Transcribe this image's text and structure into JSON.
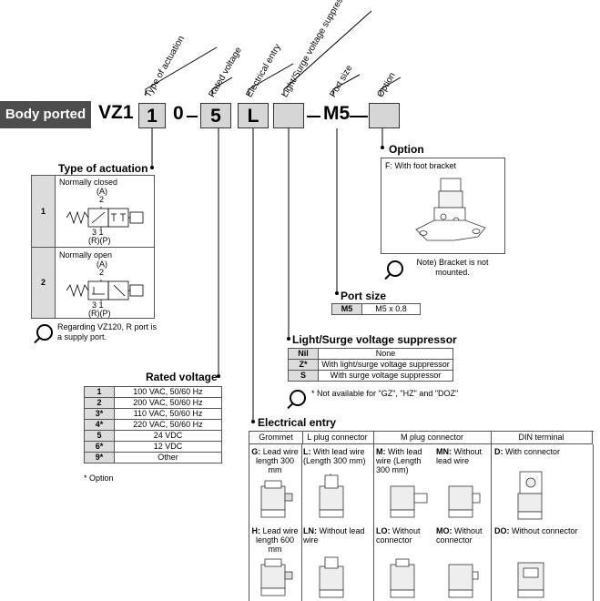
{
  "header": {
    "badge": "Body ported",
    "prefix": "VZ1",
    "pos1": "1",
    "zero": "0",
    "pos3": "5",
    "pos4": "L",
    "pos5": "",
    "port": "M5",
    "pos7": "",
    "labels": {
      "type_of_actuation": "Type of actuation",
      "rated_voltage": "Rated voltage",
      "electrical_entry": "Electrical entry",
      "suppressor": "Light/Surge voltage suppressor",
      "port_size": "Port size",
      "option": "Option"
    }
  },
  "actuation": {
    "title": "Type of actuation",
    "rows": [
      {
        "key": "1",
        "name": "Normally closed",
        "sym_top1": "(A)",
        "sym_top2": "2",
        "sym_bot1": "3   1",
        "sym_bot2": "(R)(P)"
      },
      {
        "key": "2",
        "name": "Normally open",
        "sym_top1": "(A)",
        "sym_top2": "2",
        "sym_bot1": "3   1",
        "sym_bot2": "(R)(P)"
      }
    ],
    "note": "Regarding VZ120, R port is a supply port."
  },
  "rated_voltage": {
    "title": "Rated voltage",
    "rows": [
      {
        "key": "1",
        "value": "100 VAC, 50/60 Hz"
      },
      {
        "key": "2",
        "value": "200 VAC, 50/60 Hz"
      },
      {
        "key": "3*",
        "value": "110 VAC, 50/60 Hz"
      },
      {
        "key": "4*",
        "value": "220 VAC, 50/60 Hz"
      },
      {
        "key": "5",
        "value": "24 VDC"
      },
      {
        "key": "6*",
        "value": "12 VDC"
      },
      {
        "key": "9*",
        "value": "Other"
      }
    ],
    "footnote": "* Option"
  },
  "option": {
    "title": "Option",
    "item": "F: With foot bracket",
    "note": "Note) Bracket is not mounted."
  },
  "port_size": {
    "title": "Port size",
    "key": "M5",
    "value": "M5 x 0.8"
  },
  "suppressor": {
    "title": "Light/Surge voltage suppressor",
    "rows": [
      {
        "key": "Nil",
        "value": "None"
      },
      {
        "key": "Z*",
        "value": "With light/surge voltage suppressor"
      },
      {
        "key": "S",
        "value": "With surge voltage suppressor"
      }
    ],
    "note": "* Not available for \"GZ\", \"HZ\" and \"DOZ\""
  },
  "electrical_entry": {
    "title": "Electrical entry",
    "headers": [
      "Grommet",
      "L plug connector",
      "M plug connector",
      "DIN terminal"
    ],
    "items": {
      "G": {
        "code": "G:",
        "text": "Lead wire length 300 mm"
      },
      "L": {
        "code": "L:",
        "text": "With lead wire (Length 300 mm)"
      },
      "M": {
        "code": "M:",
        "text": "With lead wire (Length 300 mm)"
      },
      "MN": {
        "code": "MN:",
        "text": "Without lead wire"
      },
      "D": {
        "code": "D:",
        "text": "With connector"
      },
      "H": {
        "code": "H:",
        "text": "Lead wire length 600 mm"
      },
      "LN": {
        "code": "LN:",
        "text": "Without lead wire"
      },
      "LO": {
        "code": "LO:",
        "text": "Without connector"
      },
      "MO": {
        "code": "MO:",
        "text": "Without connector"
      },
      "DO": {
        "code": "DO:",
        "text": "Without connector"
      }
    }
  }
}
